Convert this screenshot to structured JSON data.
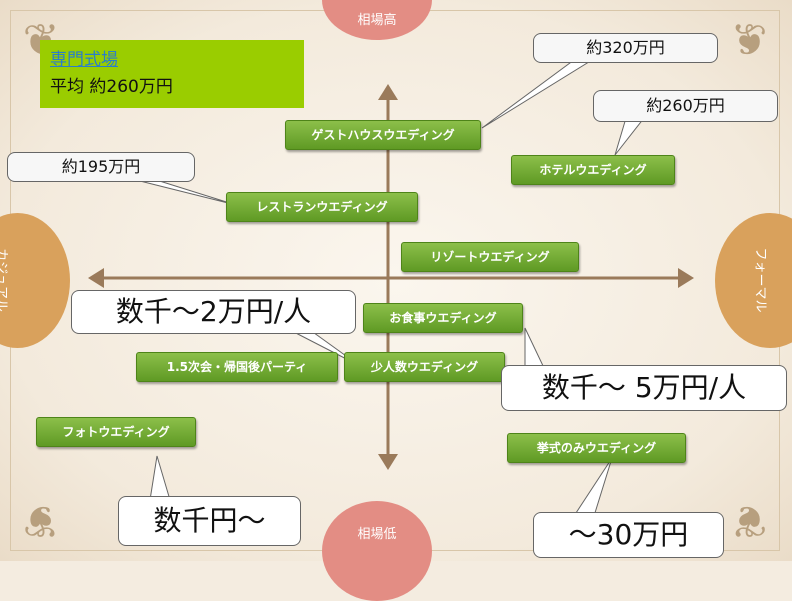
{
  "summary": {
    "title": "専門式場",
    "average": "平均 約260万円"
  },
  "axis_labels": {
    "top": "相場高",
    "bottom": "相場低",
    "left": "カジュアル",
    "right": "フォーマル"
  },
  "tags": [
    "ゲストハウスウエディング",
    "ホテルウエディング",
    "レストランウエディング",
    "リゾートウエディング",
    "お食事ウエディング",
    "1.5次会・帰国後パーティ",
    "少人数ウエディング",
    "フォトウエディング",
    "挙式のみウエディング"
  ],
  "callouts": {
    "guesthouse": "約320万円",
    "hotel": "約260万円",
    "restaurant": "約195万円",
    "party": "数千～2万円/人",
    "meal": "数千～ 5万円/人",
    "photo": "数千円～",
    "ceremony": "～30万円"
  },
  "colors": {
    "tag_green": "#6fa92f",
    "price_high": "#e38d84",
    "style_axis": "#d9a15c",
    "summary_green": "#9acd00",
    "axis_brown": "#9a7a5a"
  }
}
